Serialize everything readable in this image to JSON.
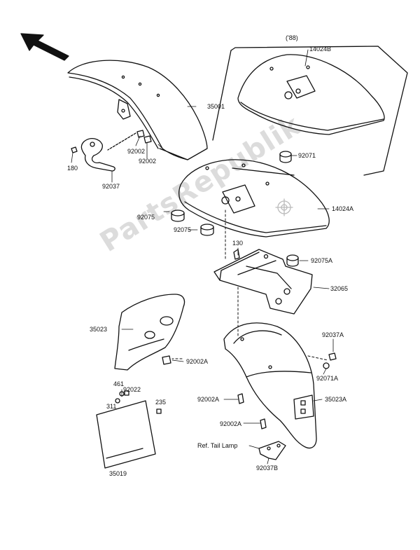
{
  "watermark": "PartsRepublik",
  "labels": {
    "year_88": "('88)",
    "p14024B": "14024B",
    "p35001": "35001",
    "p180": "180",
    "p92002_a": "92002",
    "p92002_b": "92002",
    "p92037": "92037",
    "p92071": "92071",
    "p92075_a": "92075",
    "p92075_b": "92075",
    "p14024A": "14024A",
    "p130": "130",
    "p92075A": "92075A",
    "p32065": "32065",
    "p35023": "35023",
    "p92002A_a": "92002A",
    "p92037A": "92037A",
    "p92071A": "92071A",
    "p461": "461",
    "p92022": "92022",
    "p311": "311",
    "p235": "235",
    "p92002A_b": "92002A",
    "p35023A": "35023A",
    "p92002A_c": "92002A",
    "ref_tail_lamp": "Ref. Tail Lamp",
    "p92037B": "92037B",
    "p35019": "35019"
  },
  "icons": [
    "direction-arrow-icon",
    "gear-logo-icon"
  ]
}
